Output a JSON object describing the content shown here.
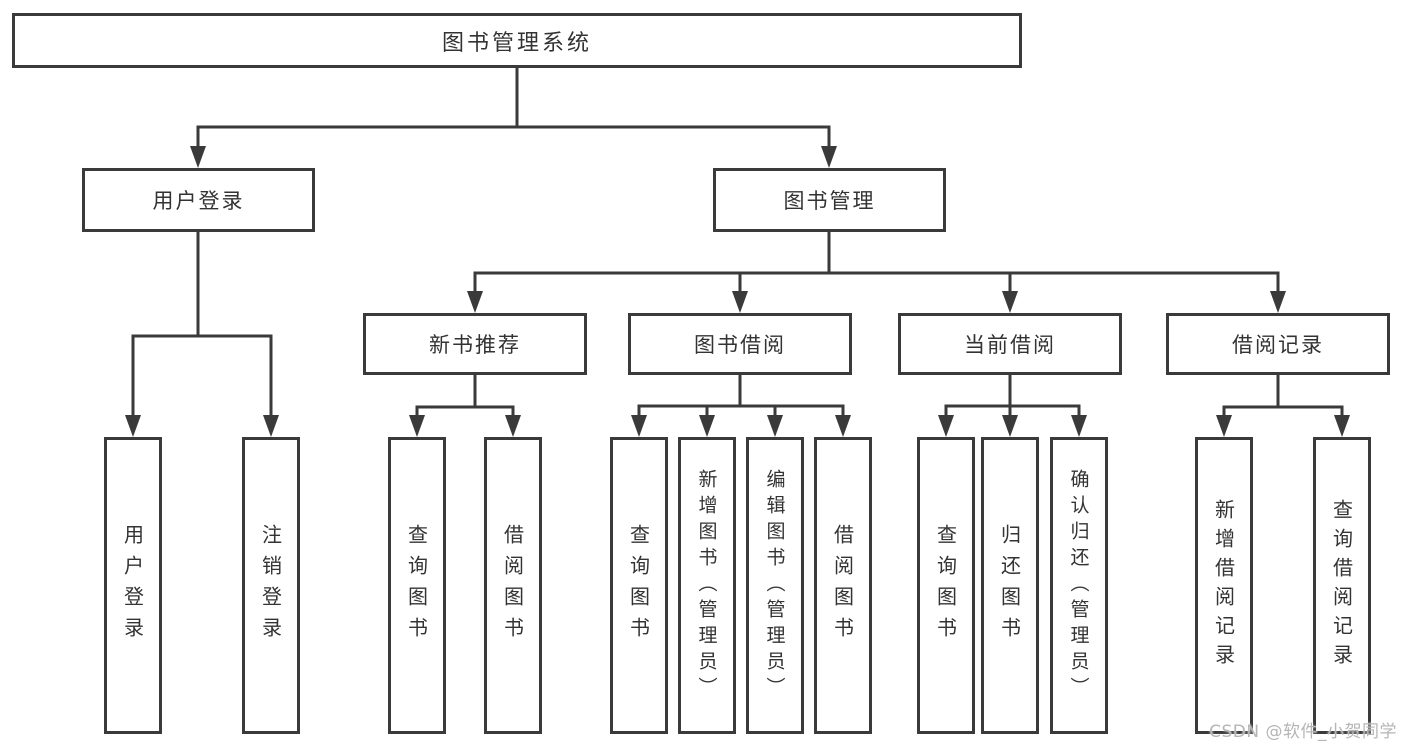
{
  "diagram": {
    "root": {
      "label": "图书管理系统"
    },
    "user_login": {
      "label": "用户登录",
      "children": {
        "login": {
          "label": "用户登录"
        },
        "logout": {
          "label": "注销登录"
        }
      }
    },
    "book_mgmt": {
      "label": "图书管理",
      "children": {
        "new_books": {
          "label": "新书推荐",
          "children": {
            "query_books": {
              "label": "查询图书"
            },
            "borrow_books": {
              "label": "借阅图书"
            }
          }
        },
        "book_borrow": {
          "label": "图书借阅",
          "children": {
            "query_books": {
              "label": "查询图书"
            },
            "add_books": {
              "label": "新增图书（管理员）"
            },
            "edit_books": {
              "label": "编辑图书（管理员）"
            },
            "borrow_books": {
              "label": "借阅图书"
            }
          }
        },
        "current_borrow": {
          "label": "当前借阅",
          "children": {
            "query_books": {
              "label": "查询图书"
            },
            "return_books": {
              "label": "归还图书"
            },
            "confirm_return": {
              "label": "确认归还（管理员）"
            }
          }
        },
        "borrow_records": {
          "label": "借阅记录",
          "children": {
            "add_record": {
              "label": "新增借阅记录"
            },
            "query_record": {
              "label": "查询借阅记录"
            }
          }
        }
      }
    }
  },
  "watermark": {
    "text": "CSDN @软件_小贺同学"
  },
  "colors": {
    "line": "#3a3a3a",
    "box_border": "#3a3a3a",
    "text": "#333333",
    "background": "#ffffff",
    "watermark_text": "#b5b5b5"
  }
}
